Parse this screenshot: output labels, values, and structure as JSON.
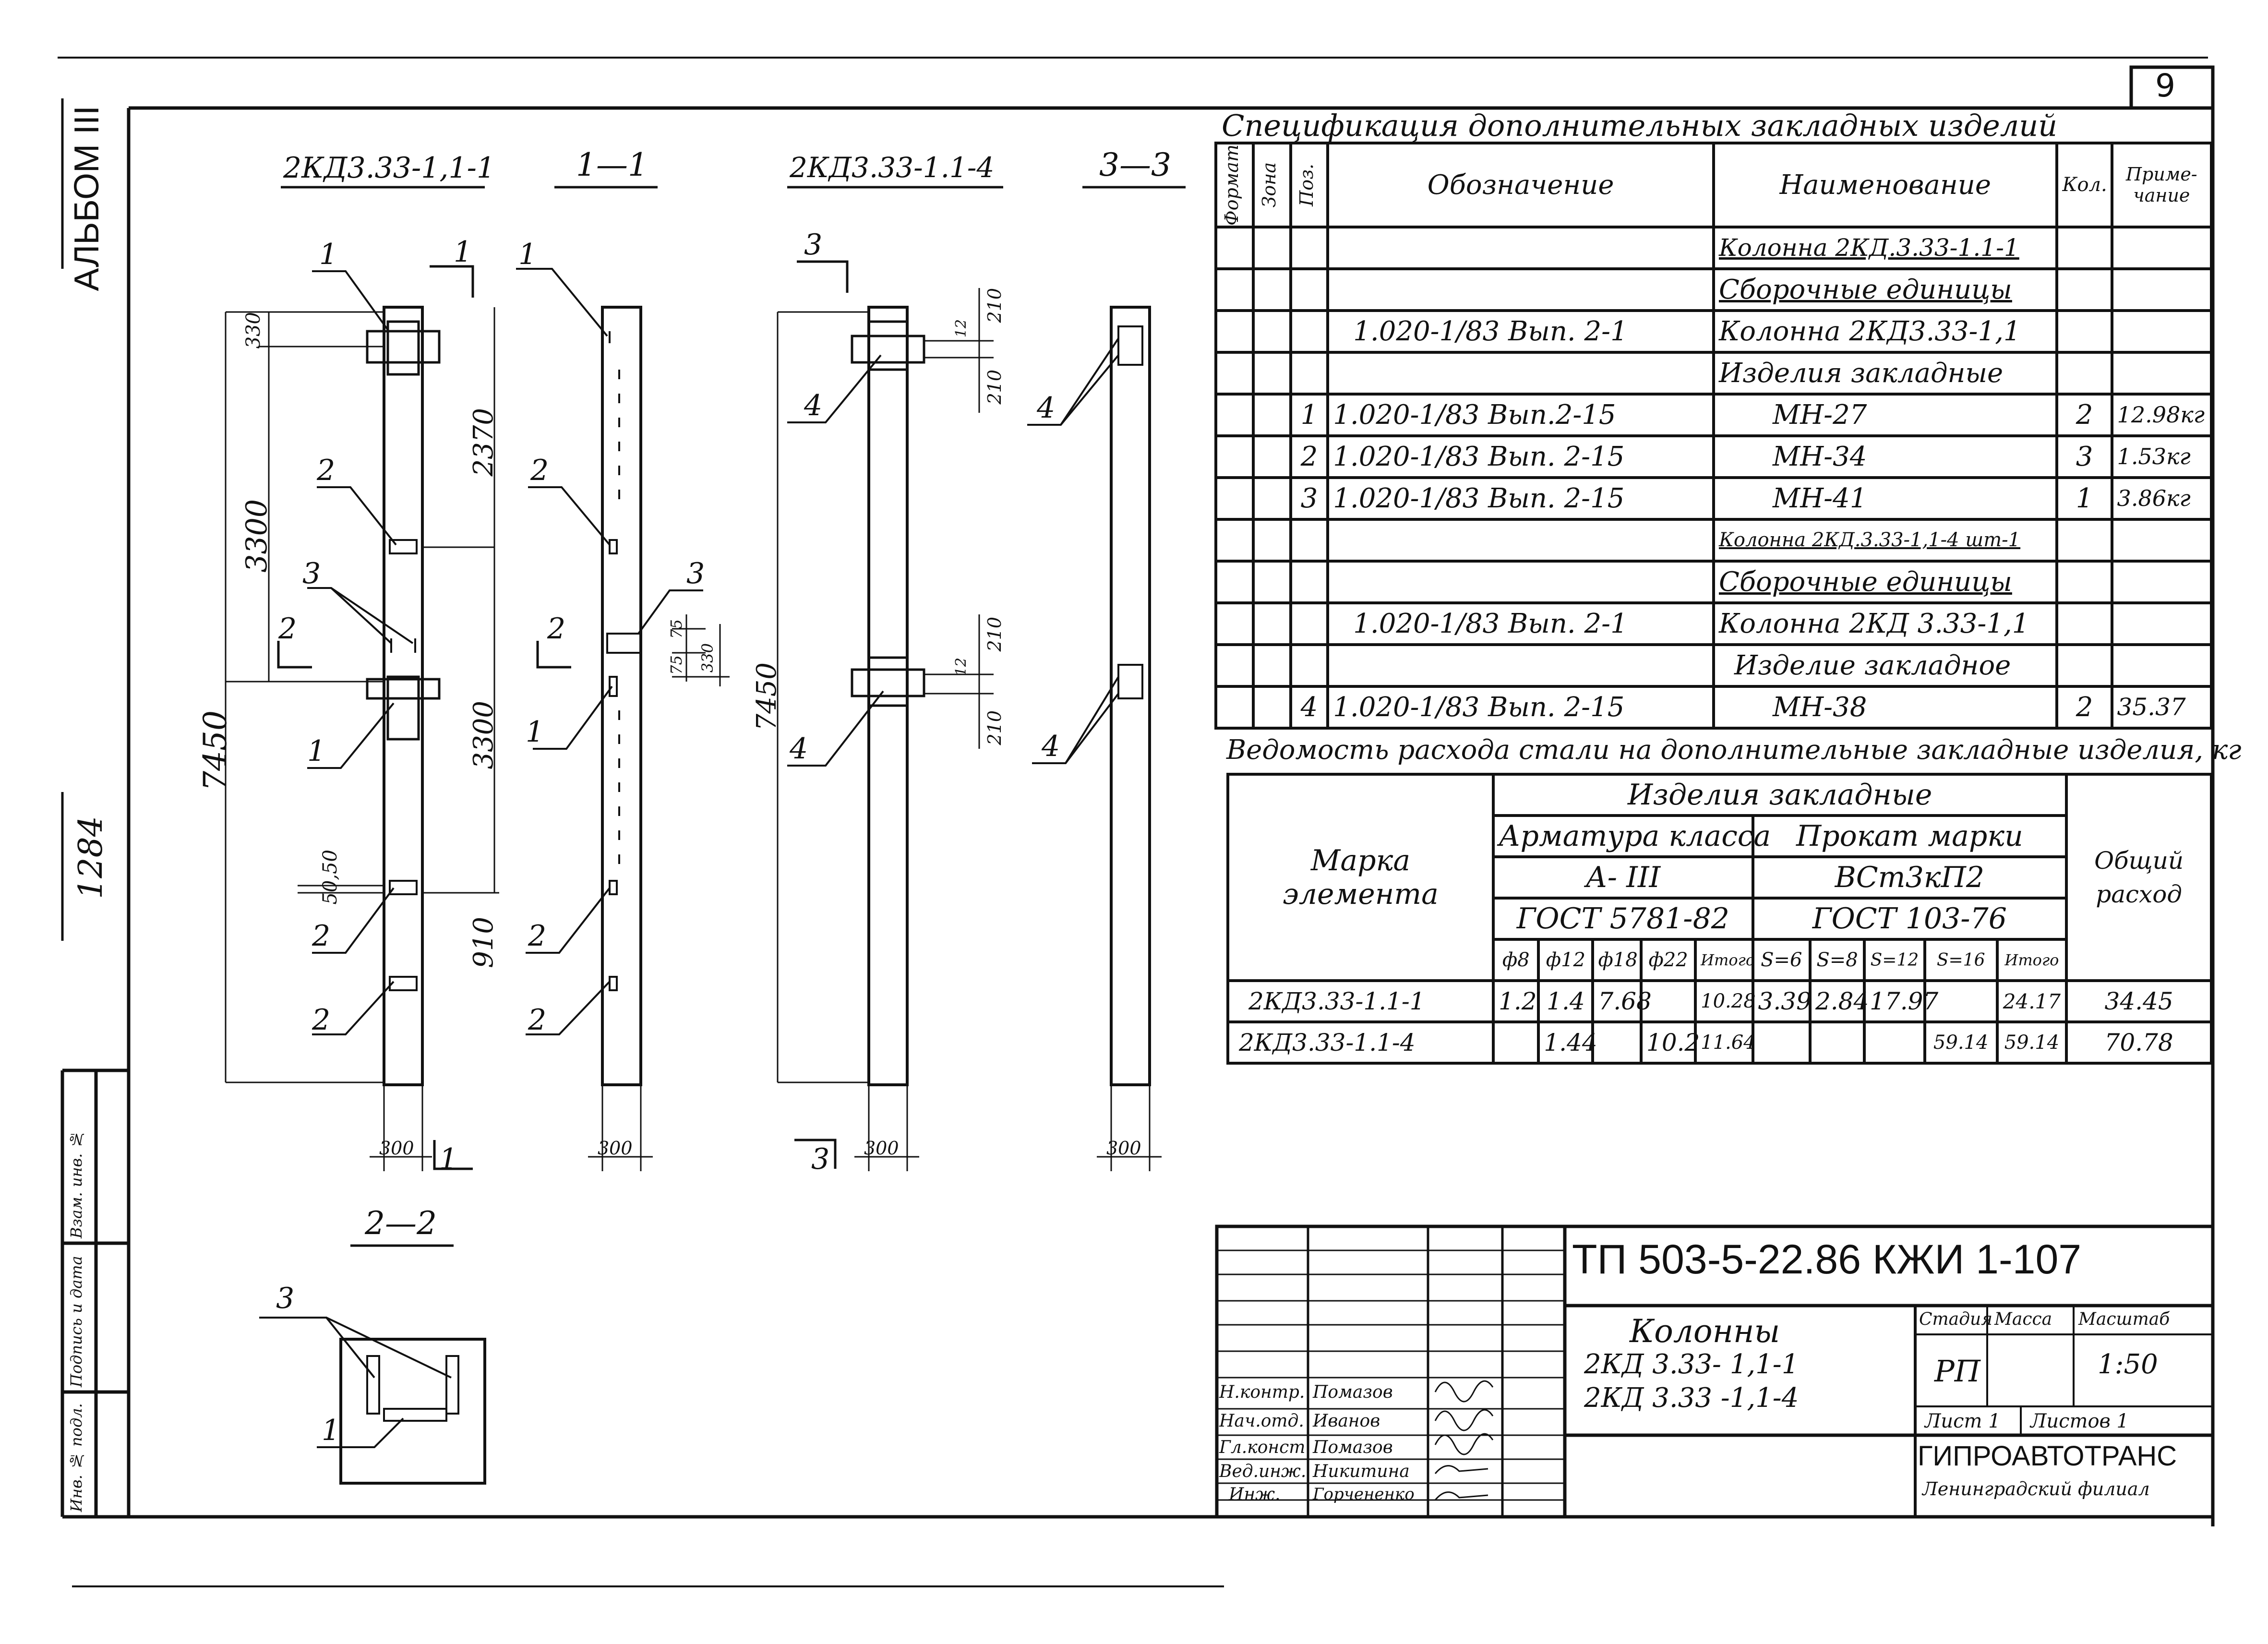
{
  "sheet": {
    "page_number": "9",
    "album": "АЛЬБОМ III",
    "album_code": "1284"
  },
  "views": {
    "v1_title": "2КД3.33-1,1-1",
    "v2_title": "1—1",
    "v3_title": "2КД3.33-1.1-4",
    "v4_title": "3—3",
    "section_title": "2—2"
  },
  "dims": {
    "d330": "330",
    "d2370": "2370",
    "d3300a": "3300",
    "d3300b": "3300",
    "d7450a": "7450",
    "d7450b": "7450",
    "d5050": "50,50",
    "d910": "910",
    "d300a": "300",
    "d300b": "300",
    "d300c": "300",
    "d300d": "300",
    "d210a": "210",
    "d210b": "210",
    "d210c": "210",
    "d210d": "210",
    "d75a": "75",
    "d75b": "75",
    "d330b": "330",
    "d12a": "12",
    "d12b": "12"
  },
  "callouts": {
    "c1": "1",
    "c2": "1",
    "c3": "1",
    "c4": "2",
    "c5": "2",
    "c6": "2",
    "c7": "3",
    "c8": "2",
    "c9": "2",
    "c10": "2",
    "c11": "1",
    "c12": "3",
    "c13": "4",
    "c14": "4",
    "c15": "4",
    "c16": "4",
    "c17": "3",
    "c18": "1",
    "cut1a": "1",
    "cut1b": "1",
    "cut2a": "2",
    "cut2b": "2",
    "cut3a": "3",
    "cut3b": "3"
  },
  "spec": {
    "title": "Спецификация дополнительных закладных изделий",
    "headers": {
      "format": "Формат",
      "zone": "Зона",
      "pos": "Поз.",
      "designation": "Обозначение",
      "name": "Наименование",
      "qty": "Кол.",
      "note": "Приме-чание"
    },
    "rows": [
      {
        "pos": "",
        "designation": "",
        "name": "Колонна 2КД.3.33-1.1-1",
        "qty": "",
        "note": ""
      },
      {
        "pos": "",
        "designation": "",
        "name": "Сборочные единицы",
        "qty": "",
        "note": ""
      },
      {
        "pos": "",
        "designation": "1.020-1/83 Вып. 2-1",
        "name": "Колонна 2КД3.33-1,1",
        "qty": "",
        "note": ""
      },
      {
        "pos": "",
        "designation": "",
        "name": "Изделия закладные",
        "qty": "",
        "note": ""
      },
      {
        "pos": "1",
        "designation": "1.020-1/83 Вып.2-15",
        "name": "МН-27",
        "qty": "2",
        "note": "12.98кг"
      },
      {
        "pos": "2",
        "designation": "1.020-1/83 Вып. 2-15",
        "name": "МН-34",
        "qty": "3",
        "note": "1.53кг"
      },
      {
        "pos": "3",
        "designation": "1.020-1/83 Вып. 2-15",
        "name": "МН-41",
        "qty": "1",
        "note": "3.86кг"
      },
      {
        "pos": "",
        "designation": "",
        "name": "Колонна 2КД.3.33-1,1-4 шт-1",
        "qty": "",
        "note": ""
      },
      {
        "pos": "",
        "designation": "",
        "name": "Сборочные единицы",
        "qty": "",
        "note": ""
      },
      {
        "pos": "",
        "designation": "1.020-1/83 Вып. 2-1",
        "name": "Колонна 2КД 3.33-1,1",
        "qty": "",
        "note": ""
      },
      {
        "pos": "",
        "designation": "",
        "name": "Изделие закладное",
        "qty": "",
        "note": ""
      },
      {
        "pos": "4",
        "designation": "1.020-1/83 Вып. 2-15",
        "name": "МН-38",
        "qty": "2",
        "note": "35.37"
      }
    ]
  },
  "steel": {
    "title": "Ведомость расхода стали на дополнительные закладные изделия, кг",
    "h_mark": "Марка элемента",
    "h_items": "Изделия закладные",
    "h_arm": "Арматура класса",
    "h_arm_class": "А- III",
    "h_arm_gost": "ГОСТ 5781-82",
    "h_prokat": "Прокат марки",
    "h_prokat_mark": "ВСт3кП2",
    "h_prokat_gost": "ГОСТ 103-76",
    "h_total": "Общий расход",
    "cols": [
      "ф8",
      "ф12",
      "ф18",
      "ф22",
      "Итого",
      "S=6",
      "S=8",
      "S=12",
      "S=16",
      "Итого"
    ],
    "rows": [
      {
        "mark": "2КД3.33-1.1-1",
        "vals": [
          "1.2",
          "1.4",
          "7.68",
          "",
          "10.28",
          "3.39",
          "2.84",
          "17.97",
          "",
          "24.17"
        ],
        "total": "34.45"
      },
      {
        "mark": "2КД3.33-1.1-4",
        "vals": [
          "",
          "1.44",
          "",
          "10.2",
          "11.64",
          "",
          "",
          "",
          "59.14",
          "59.14"
        ],
        "total": "70.78"
      }
    ]
  },
  "title_block": {
    "code": "ТП 503-5-22.86 КЖИ 1-107",
    "object_title": "Колонны",
    "object_line1": "2КД 3.33- 1,1-1",
    "object_line2": "2КД 3.33 -1,1-4",
    "h_stage": "Стадия",
    "h_mass": "Масса",
    "h_scale": "Масштаб",
    "stage": "РП",
    "mass": "",
    "scale": "1:50",
    "sheet": "Лист 1",
    "sheets": "Листов 1",
    "org": "ГИПРОАВТОТРАНС",
    "org_sub": "Ленинградский филиал",
    "people": [
      {
        "role": "Н.контр.",
        "name": "Помазов"
      },
      {
        "role": "Нач.отд.",
        "name": "Иванов"
      },
      {
        "role": "Гл.конст.",
        "name": "Помазов"
      },
      {
        "role": "Вед.инж.",
        "name": "Никитина"
      },
      {
        "role": "Инж.",
        "name": "Горчененко"
      }
    ]
  },
  "side_stamp": {
    "inv": "Инв. № подл.",
    "sign": "Подпись и дата",
    "replace": "Взам. инв. №"
  }
}
